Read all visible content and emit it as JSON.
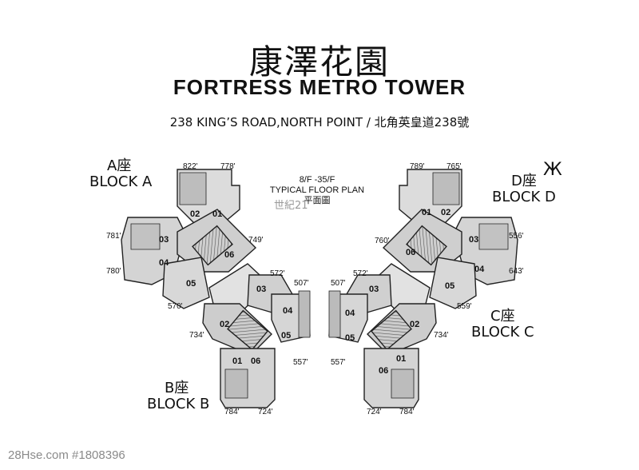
{
  "header": {
    "title_cn": "康澤花園",
    "title_en": "FORTRESS METRO TOWER",
    "address": "238 KING’S ROAD,NORTH POINT / 北角英皇道238號"
  },
  "floor_plan": {
    "floor_range": "8/F -35/F",
    "plan_name": "TYPICAL FLOOR PLAN",
    "plan_name_cn": "平面圖"
  },
  "blocks": {
    "A": {
      "cn": "A座",
      "en": "BLOCK A"
    },
    "B": {
      "cn": "B座",
      "en": "BLOCK B"
    },
    "C": {
      "cn": "C座",
      "en": "BLOCK C"
    },
    "D": {
      "cn": "D座",
      "en": "BLOCK D"
    }
  },
  "units": {
    "a01": "01",
    "a02": "02",
    "a03": "03",
    "a04": "04",
    "a05": "05",
    "a06": "06",
    "b01": "01",
    "b02": "02",
    "b03": "03",
    "b04": "04",
    "b05": "05",
    "b06": "06",
    "c01": "01",
    "c02": "02",
    "c03": "03",
    "c04": "04",
    "c05": "05",
    "c06": "06",
    "d01": "01",
    "d02": "02",
    "d03": "03",
    "d04": "04",
    "d05": "05",
    "d06": "06"
  },
  "areas": {
    "a_822": "822'",
    "a_778": "778'",
    "a_781": "781'",
    "a_780": "780'",
    "a_749": "749'",
    "a_570": "570'",
    "b_572": "572'",
    "b_507": "507'",
    "b_734": "734'",
    "b_557": "557'",
    "b_784": "784'",
    "b_724": "724'",
    "d_789": "789'",
    "d_765": "765'",
    "d_556": "556'",
    "d_643": "643'",
    "d_760": "760'",
    "d_559": "559'",
    "c_572": "572'",
    "c_507": "507'",
    "c_734": "734'",
    "c_557": "557'",
    "c_724": "724'",
    "c_784": "784'"
  },
  "mtr_symbol": "Ж",
  "watermark": "世紀21",
  "footer": "28Hse.com #1808396"
}
